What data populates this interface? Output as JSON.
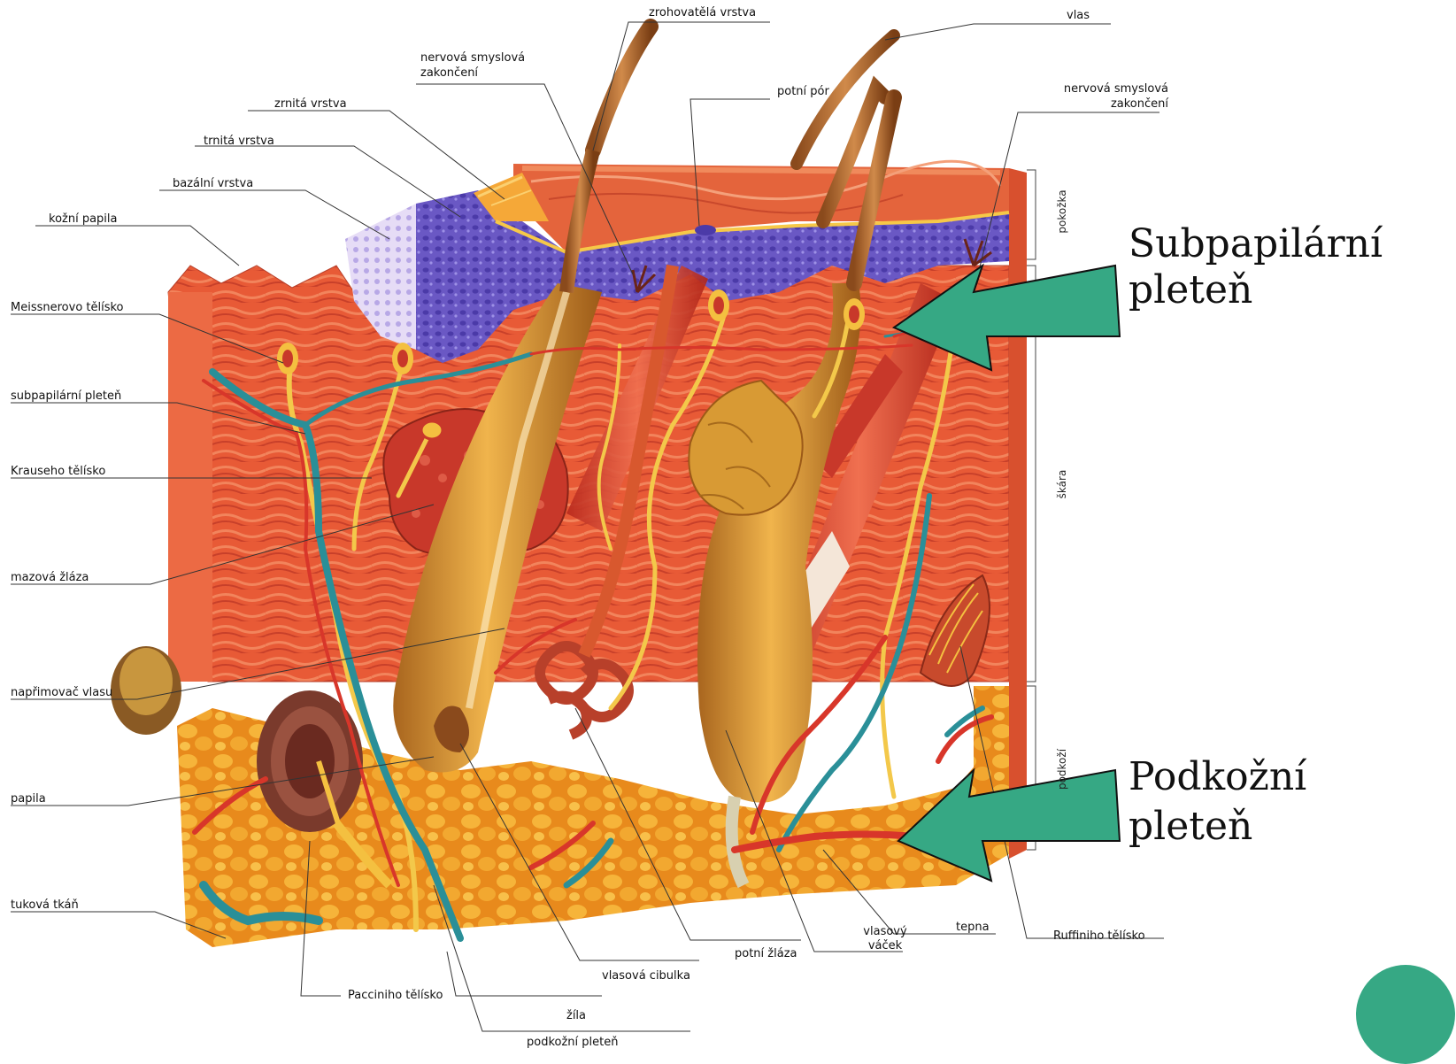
{
  "labels": {
    "zrohovatela_vrstva": "zrohovatělá vrstva",
    "vlas": "vlas",
    "nervova_smyslova_zakonceni_top_1": "nervová smyslová",
    "nervova_smyslova_zakonceni_top_2": "zakončení",
    "potni_por": "potní pór",
    "nervova_smyslova_zakonceni_right_1": "nervová smyslová",
    "nervova_smyslova_zakonceni_right_2": "zakončení",
    "zrnita_vrstva": "zrnitá vrstva",
    "trnita_vrstva": "trnitá vrstva",
    "bazalni_vrstva": "bazální vrstva",
    "kozni_papila": "kožní papila",
    "meissnerovo_telisko": "Meissnerovo tělísko",
    "subpapilarni_pleten": "subpapilární pleteň",
    "krauseho_telisko": "Krauseho tělísko",
    "mazova_zlaza": "mazová žláza",
    "naprimovac_vlasu": "napřimovač vlasu",
    "papila": "papila",
    "tukova_tkan": "tuková tkáň",
    "pacciniho_telisko": "Pacciniho tělísko",
    "zila": "žíla",
    "podkozni_pleten": "podkožní pleteň",
    "vlasova_cibulka": "vlasová cibulka",
    "potni_zlaza": "potní žláza",
    "vlasovy_vacek_1": "vlasový",
    "vlasovy_vacek_2": "váček",
    "tepna": "tepna",
    "ruffiniho_telisko": "Ruffiniho tělísko",
    "pokozka": "pokožka",
    "skara": "škára",
    "podkozi": "podkoží"
  },
  "callouts": {
    "subpapilarni_1": "Subpapilární",
    "subpapilarni_2": "pleteň",
    "podkozni_1": "Podkožní",
    "podkozni_2": "pleteň"
  },
  "colors": {
    "arrow": "#36a884",
    "circle": "#36a884",
    "skin": "#e8603c",
    "epidermis": "#6f5cc8",
    "fat": "#f0a72a",
    "vein": "#2a8f98",
    "artery": "#d8362a",
    "nerve": "#f3c84a"
  }
}
